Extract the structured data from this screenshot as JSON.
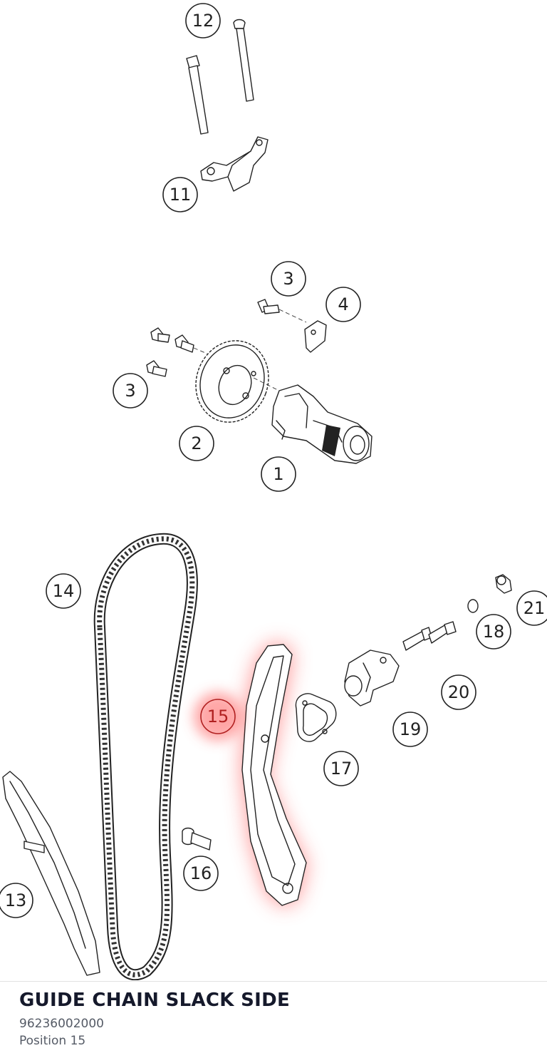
{
  "part": {
    "title": "GUIDE CHAIN SLACK SIDE",
    "number": "96236002000",
    "position": "Position 15"
  },
  "highlight_color": "#ff4d4d",
  "callouts": [
    {
      "label": "12",
      "highlighted": false
    },
    {
      "label": "11",
      "highlighted": false
    },
    {
      "label": "3",
      "highlighted": false
    },
    {
      "label": "4",
      "highlighted": false
    },
    {
      "label": "3",
      "highlighted": false
    },
    {
      "label": "2",
      "highlighted": false
    },
    {
      "label": "1",
      "highlighted": false
    },
    {
      "label": "14",
      "highlighted": false
    },
    {
      "label": "21",
      "highlighted": false
    },
    {
      "label": "18",
      "highlighted": false
    },
    {
      "label": "20",
      "highlighted": false
    },
    {
      "label": "15",
      "highlighted": true
    },
    {
      "label": "19",
      "highlighted": false
    },
    {
      "label": "17",
      "highlighted": false
    },
    {
      "label": "16",
      "highlighted": false
    },
    {
      "label": "13",
      "highlighted": false
    }
  ]
}
